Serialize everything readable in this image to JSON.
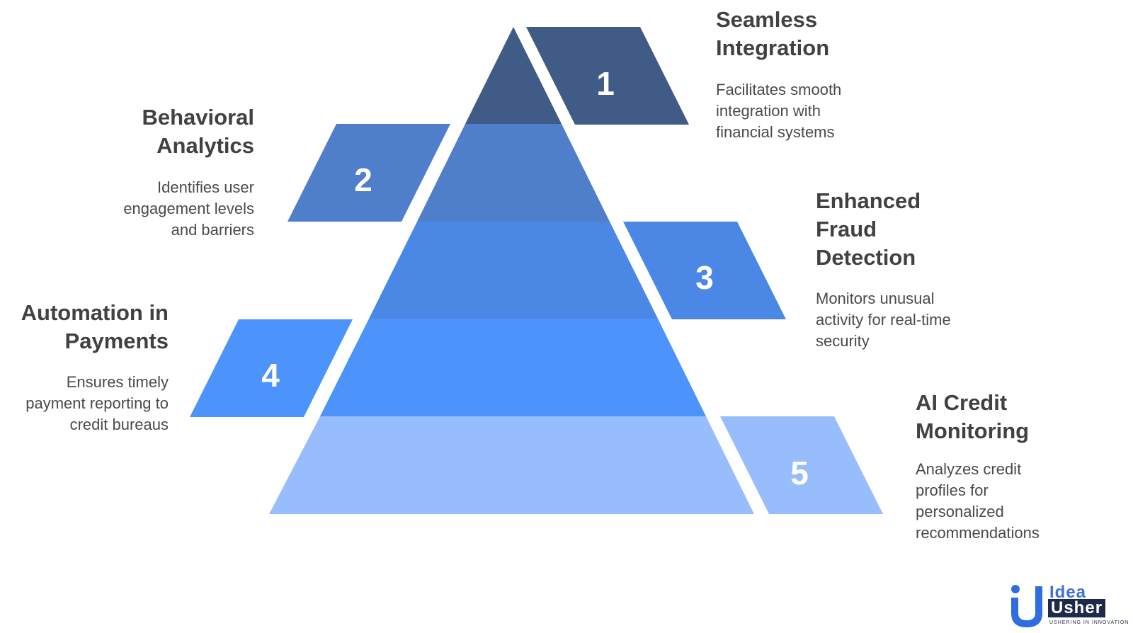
{
  "colors": {
    "level1": "#3f5b86",
    "level2": "#4f7fca",
    "level3": "#4b88e5",
    "level4": "#4d93fc",
    "level5": "#98bdfd",
    "label_text": "#ffffff"
  },
  "levels": [
    {
      "number": "1",
      "title": [
        "Seamless",
        "Integration"
      ],
      "description": [
        "Facilitates smooth",
        "integration with",
        "financial systems"
      ]
    },
    {
      "number": "2",
      "title": [
        "Behavioral",
        "Analytics"
      ],
      "description": [
        "Identifies user",
        "engagement levels",
        "and barriers"
      ]
    },
    {
      "number": "3",
      "title": [
        "Enhanced",
        "Fraud",
        "Detection"
      ],
      "description": [
        "Monitors unusual",
        "activity for real-time",
        "security"
      ]
    },
    {
      "number": "4",
      "title": [
        "Automation in",
        "Payments"
      ],
      "description": [
        "Ensures timely",
        "payment reporting to",
        "credit bureaus"
      ]
    },
    {
      "number": "5",
      "title": [
        "AI Credit",
        "Monitoring"
      ],
      "description": [
        "Analyzes credit",
        "profiles for",
        "personalized",
        "recommendations"
      ]
    }
  ],
  "logo": {
    "word1": "Idea",
    "word2": "Usher",
    "tagline": "USHERING IN INNOVATION"
  }
}
